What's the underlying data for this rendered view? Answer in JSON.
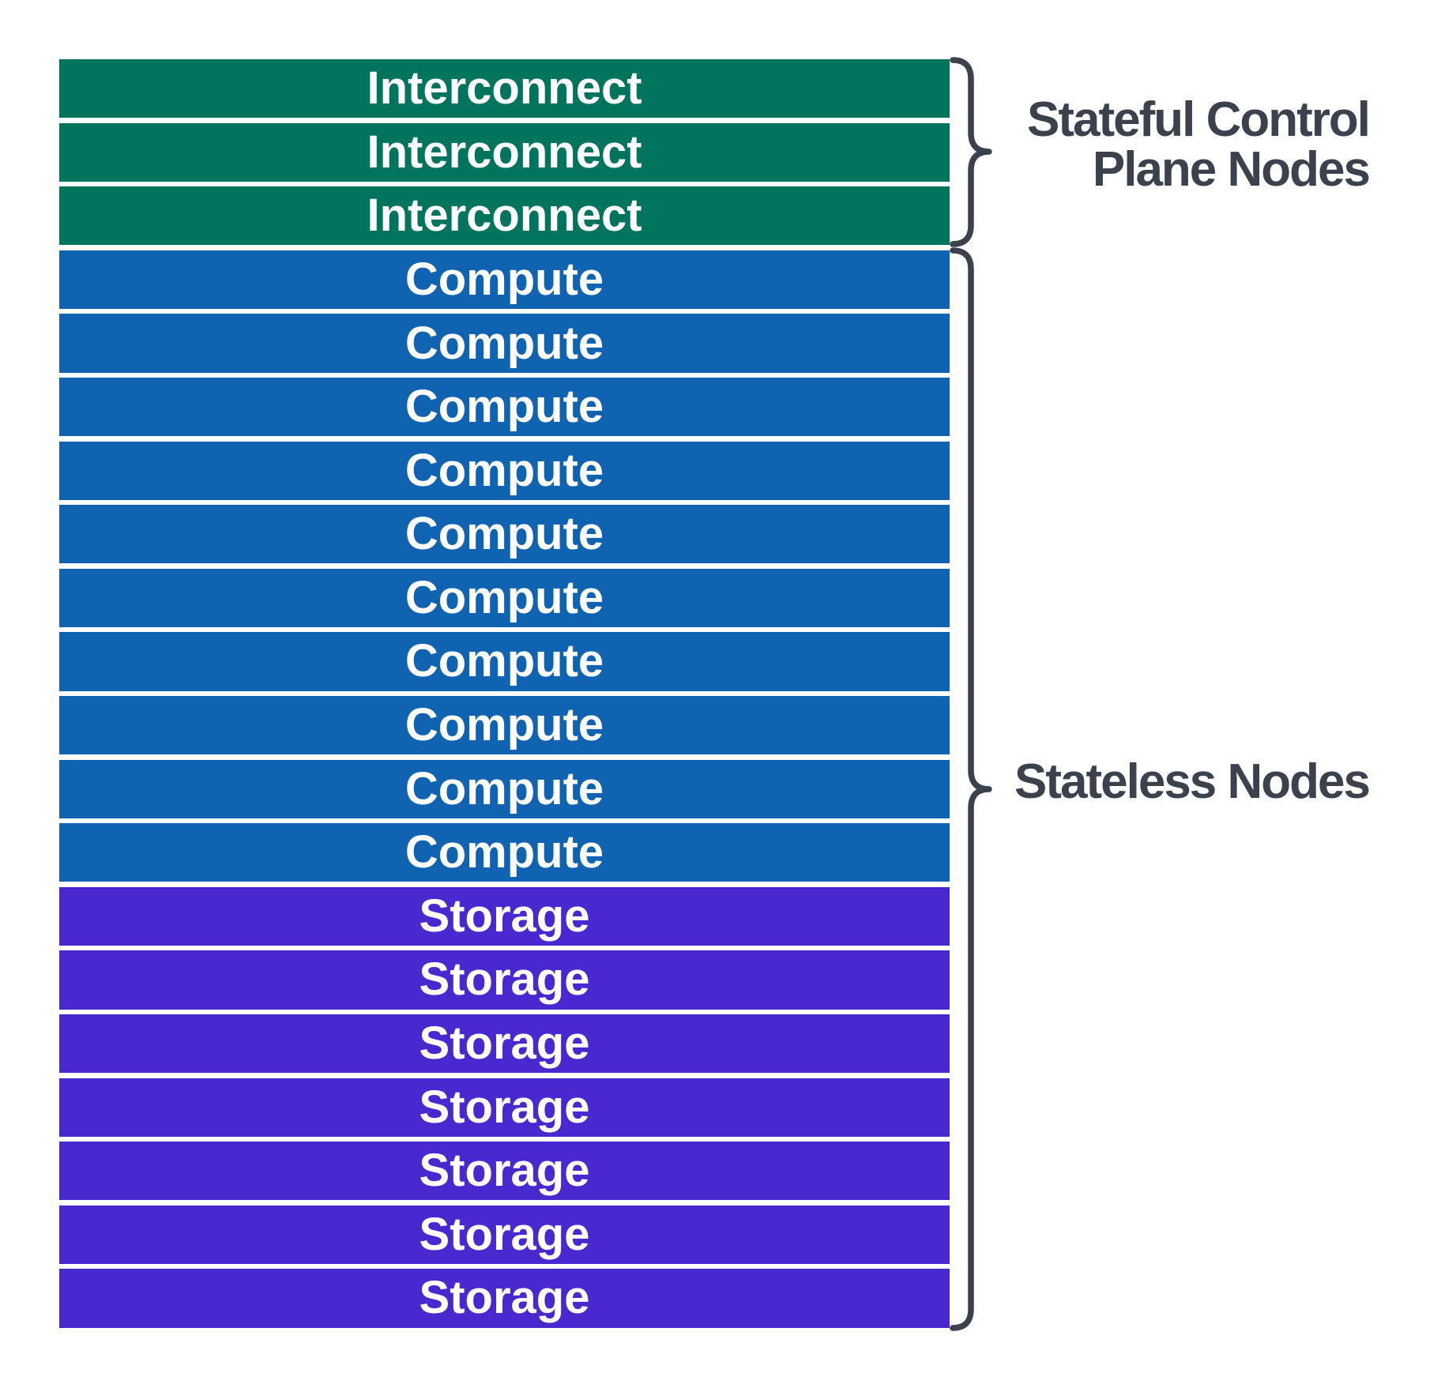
{
  "colors": {
    "background": "#FFFFFF",
    "interconnect": "#00745C",
    "compute": "#1063B0",
    "storage": "#4928CF",
    "slate": "#3B424E",
    "bar_text": "#FFFFFF"
  },
  "stack": {
    "bars": [
      {
        "type": "interconnect",
        "label": "Interconnect"
      },
      {
        "type": "interconnect",
        "label": "Interconnect"
      },
      {
        "type": "interconnect",
        "label": "Interconnect"
      },
      {
        "type": "compute",
        "label": "Compute"
      },
      {
        "type": "compute",
        "label": "Compute"
      },
      {
        "type": "compute",
        "label": "Compute"
      },
      {
        "type": "compute",
        "label": "Compute"
      },
      {
        "type": "compute",
        "label": "Compute"
      },
      {
        "type": "compute",
        "label": "Compute"
      },
      {
        "type": "compute",
        "label": "Compute"
      },
      {
        "type": "compute",
        "label": "Compute"
      },
      {
        "type": "compute",
        "label": "Compute"
      },
      {
        "type": "compute",
        "label": "Compute"
      },
      {
        "type": "storage",
        "label": "Storage"
      },
      {
        "type": "storage",
        "label": "Storage"
      },
      {
        "type": "storage",
        "label": "Storage"
      },
      {
        "type": "storage",
        "label": "Storage"
      },
      {
        "type": "storage",
        "label": "Storage"
      },
      {
        "type": "storage",
        "label": "Storage"
      },
      {
        "type": "storage",
        "label": "Storage"
      }
    ]
  },
  "annotations": {
    "stateful": {
      "line1": "Stateful Control",
      "line2": "Plane Nodes"
    },
    "stateless": {
      "label": "Stateless Nodes"
    }
  }
}
